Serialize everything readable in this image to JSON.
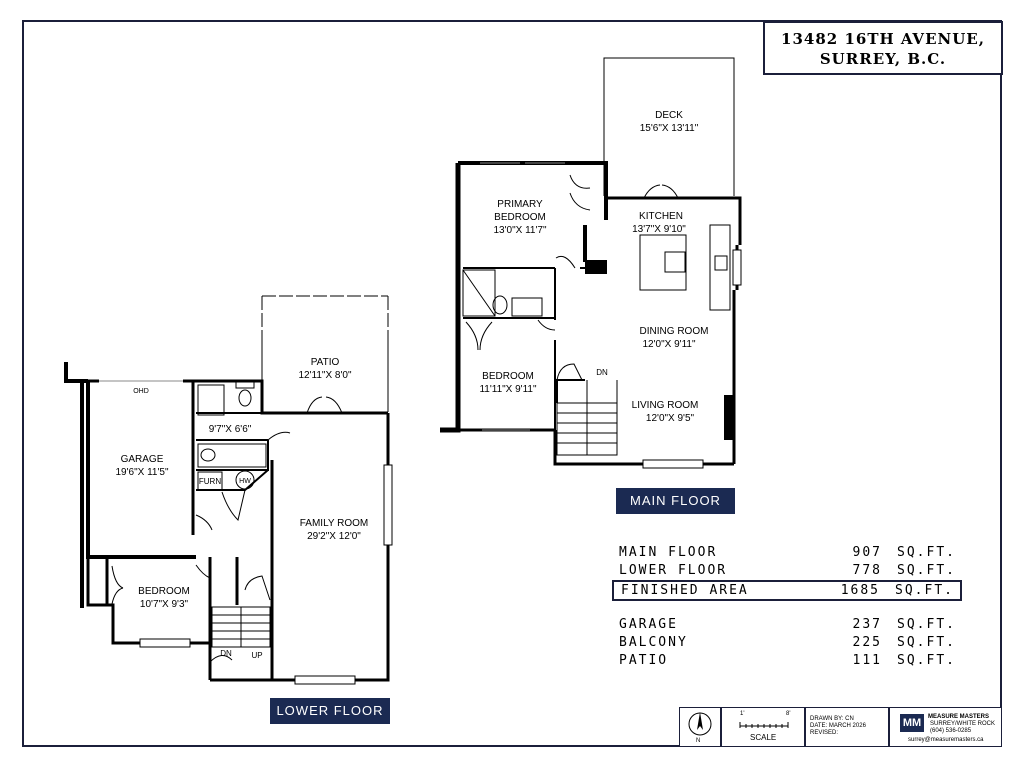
{
  "address": {
    "line1": "13482 16TH AVENUE,",
    "line2": "SURREY, B.C."
  },
  "main_floor": {
    "tag": "MAIN FLOOR",
    "rooms": [
      {
        "name": "DECK",
        "dims": "15'6\"X 13'11\""
      },
      {
        "name": "PRIMARY",
        "name2": "BEDROOM",
        "dims": "13'0\"X 11'7\""
      },
      {
        "name": "KITCHEN",
        "dims": "13'7\"X 9'10\""
      },
      {
        "name": "DINING ROOM",
        "dims": "12'0\"X 9'11\""
      },
      {
        "name": "BEDROOM",
        "dims": "11'11\"X 9'11\""
      },
      {
        "name": "LIVING ROOM",
        "dims": "12'0\"X 9'5\""
      }
    ],
    "stair_label": "DN"
  },
  "lower_floor": {
    "tag": "LOWER FLOOR",
    "rooms": [
      {
        "name": "PATIO",
        "dims": "12'11\"X 8'0\""
      },
      {
        "name": "GARAGE",
        "dims": "19'6\"X 11'5\""
      },
      {
        "name": "",
        "dims": "9'7\"X 6'6\""
      },
      {
        "name": "FAMILY ROOM",
        "dims": "29'2\"X 12'0\""
      },
      {
        "name": "BEDROOM",
        "dims": "10'7\"X 9'3\""
      }
    ],
    "ohd": "OHD",
    "furn": "FURN",
    "hw": "HW",
    "dn": "DN",
    "up": "UP"
  },
  "areas": [
    {
      "name": "MAIN FLOOR",
      "value": "907",
      "unit": "SQ.FT."
    },
    {
      "name": "LOWER FLOOR",
      "value": "778",
      "unit": "SQ.FT."
    },
    {
      "name": "FINISHED AREA",
      "value": "1685",
      "unit": "SQ.FT."
    },
    {
      "name": "GARAGE",
      "value": "237",
      "unit": "SQ.FT."
    },
    {
      "name": "BALCONY",
      "value": "225",
      "unit": "SQ.FT."
    },
    {
      "name": "PATIO",
      "value": "111",
      "unit": "SQ.FT."
    }
  ],
  "title_block": {
    "north": "N",
    "scale_label": "SCALE",
    "scale_start": "1'",
    "scale_end": "8'",
    "drawn_by": "DRAWN BY: CN",
    "date": "DATE: MARCH 2026",
    "revised": "REVISED:",
    "company": "MEASURE MASTERS",
    "company_sub": "SURREY/WHITE ROCK",
    "phone": "(604) 536-0285",
    "email": "surrey@measuremasters.ca",
    "logo_letters": "MM"
  },
  "colors": {
    "frame": "#1b1f3a",
    "tag": "#1b2a52",
    "wall": "#000000"
  }
}
